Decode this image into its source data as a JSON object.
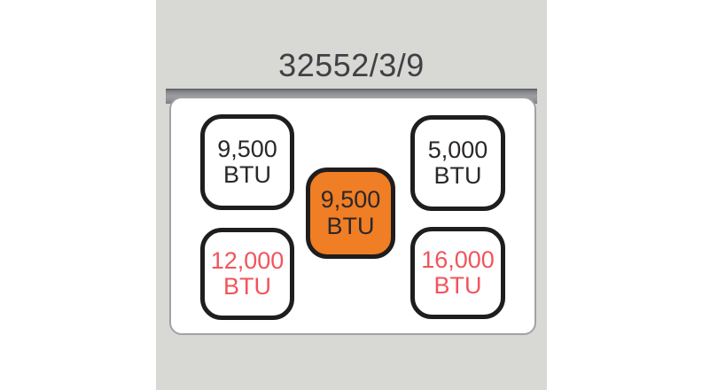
{
  "title": "32552/3/9",
  "diagram": {
    "type": "cooktop-burner-layout",
    "burners": [
      {
        "position": "top-left",
        "value": "9,500",
        "unit": "BTU",
        "fill": "white",
        "text_color": "black"
      },
      {
        "position": "top-right",
        "value": "5,000",
        "unit": "BTU",
        "fill": "white",
        "text_color": "black"
      },
      {
        "position": "center",
        "value": "9,500",
        "unit": "BTU",
        "fill": "orange",
        "text_color": "black"
      },
      {
        "position": "bottom-left",
        "value": "12,000",
        "unit": "BTU",
        "fill": "white",
        "text_color": "red"
      },
      {
        "position": "bottom-right",
        "value": "16,000",
        "unit": "BTU",
        "fill": "white",
        "text_color": "red"
      }
    ]
  },
  "colors": {
    "backdrop_gray": "#d8d8d5",
    "back_edge_gray": "#94969a",
    "panel_border_gray": "#a0a2a5",
    "burner_border_black": "#201d1e",
    "burner_orange": "#f07e25",
    "btu_red": "#f2545b",
    "btu_black": "#2b2728",
    "title_color": "#3f4144"
  }
}
